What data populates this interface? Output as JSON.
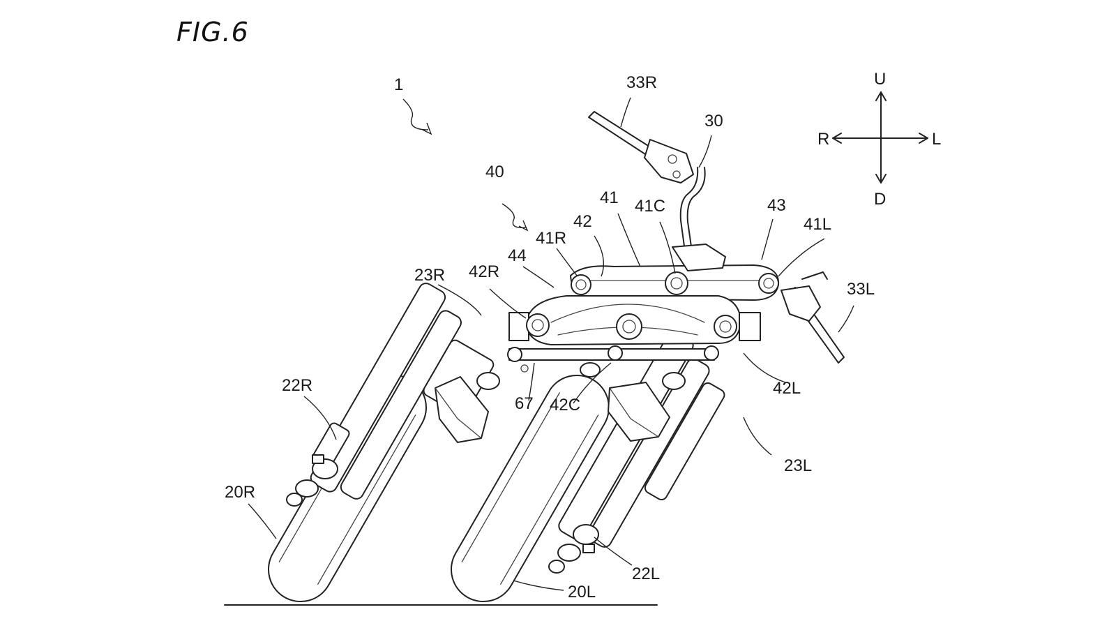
{
  "figure": {
    "title": "FIG.6"
  },
  "directions": {
    "up": "U",
    "down": "D",
    "right": "R",
    "left": "L"
  },
  "labels": {
    "vehicle": "1",
    "handle": "30",
    "grip_right": "33R",
    "grip_left": "33L",
    "link_mechanism": "40",
    "upper_cross_member": "41",
    "upper_center": "41C",
    "upper_right": "41R",
    "upper_left": "41L",
    "lower_cross_member": "42",
    "lower_right": "42R",
    "lower_left": "42L",
    "lower_center": "42C",
    "side_member_left": "43",
    "side_member_right": "44",
    "side_rod": "67",
    "fork_right": "23R",
    "fork_left": "23L",
    "wheel_support_right": "22R",
    "wheel_support_left": "22L",
    "front_wheel_right": "20R",
    "front_wheel_left": "20L"
  }
}
